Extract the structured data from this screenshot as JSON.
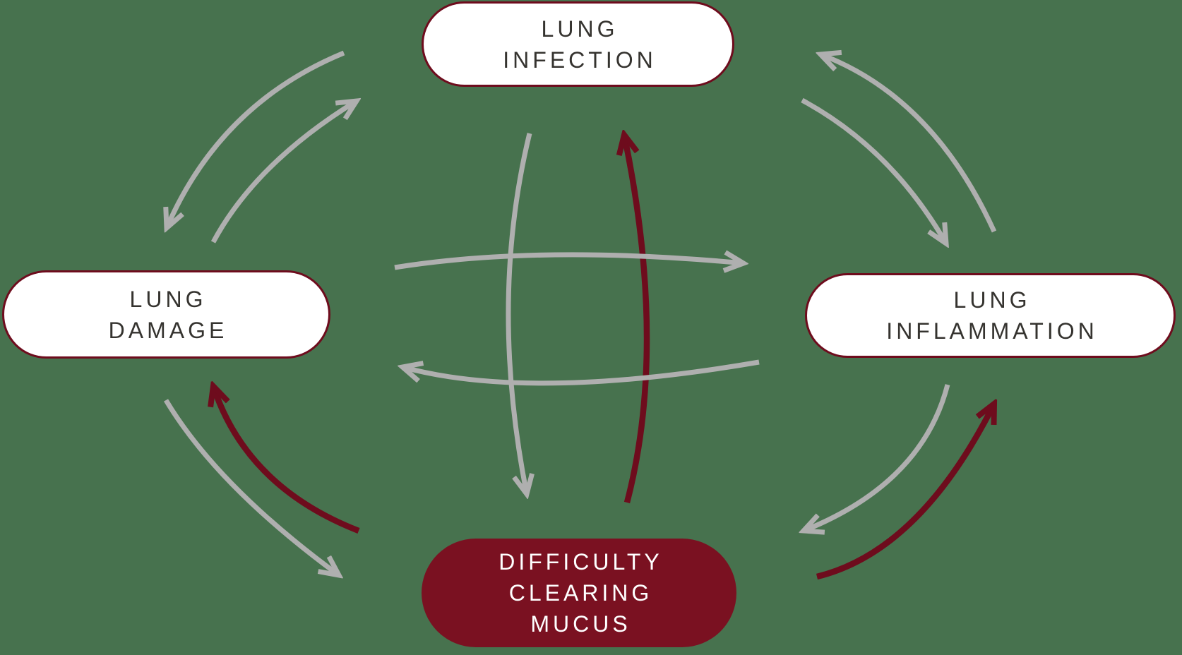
{
  "diagram": {
    "background_color": "#47724E",
    "colors": {
      "arrow_gray": "#AFAFAF",
      "arrow_maroon": "#6E0C1D",
      "node_fill_maroon": "#7A1121",
      "node_border_maroon": "#6E0C1D",
      "node_text_dark": "#35332F",
      "node_text_light": "#FFFFFF"
    },
    "nodes": {
      "infection": {
        "id": "lung-infection",
        "style": "outline",
        "lines": [
          "LUNG",
          "INFECTION"
        ]
      },
      "damage": {
        "id": "lung-damage",
        "style": "outline",
        "lines": [
          "LUNG",
          "DAMAGE"
        ]
      },
      "inflammation": {
        "id": "lung-inflammation",
        "style": "outline",
        "lines": [
          "LUNG",
          "INFLAMMATION"
        ]
      },
      "mucus": {
        "id": "difficulty-clearing-mucus",
        "style": "filled",
        "lines": [
          "DIFFICULTY",
          "CLEARING",
          "MUCUS"
        ]
      }
    },
    "edges": [
      {
        "from": "lung-infection",
        "to": "lung-damage",
        "color": "gray"
      },
      {
        "from": "lung-damage",
        "to": "lung-infection",
        "color": "gray"
      },
      {
        "from": "lung-inflammation",
        "to": "lung-infection",
        "color": "gray"
      },
      {
        "from": "lung-infection",
        "to": "lung-inflammation",
        "color": "gray"
      },
      {
        "from": "lung-damage",
        "to": "difficulty-clearing-mucus",
        "color": "gray"
      },
      {
        "from": "difficulty-clearing-mucus",
        "to": "lung-damage",
        "color": "maroon"
      },
      {
        "from": "lung-inflammation",
        "to": "difficulty-clearing-mucus",
        "color": "gray"
      },
      {
        "from": "difficulty-clearing-mucus",
        "to": "lung-inflammation",
        "color": "maroon"
      },
      {
        "from": "lung-infection",
        "to": "difficulty-clearing-mucus",
        "color": "gray"
      },
      {
        "from": "difficulty-clearing-mucus",
        "to": "lung-infection",
        "color": "maroon"
      },
      {
        "from": "lung-damage",
        "to": "lung-inflammation",
        "color": "gray"
      },
      {
        "from": "lung-inflammation",
        "to": "lung-damage",
        "color": "gray"
      }
    ]
  }
}
